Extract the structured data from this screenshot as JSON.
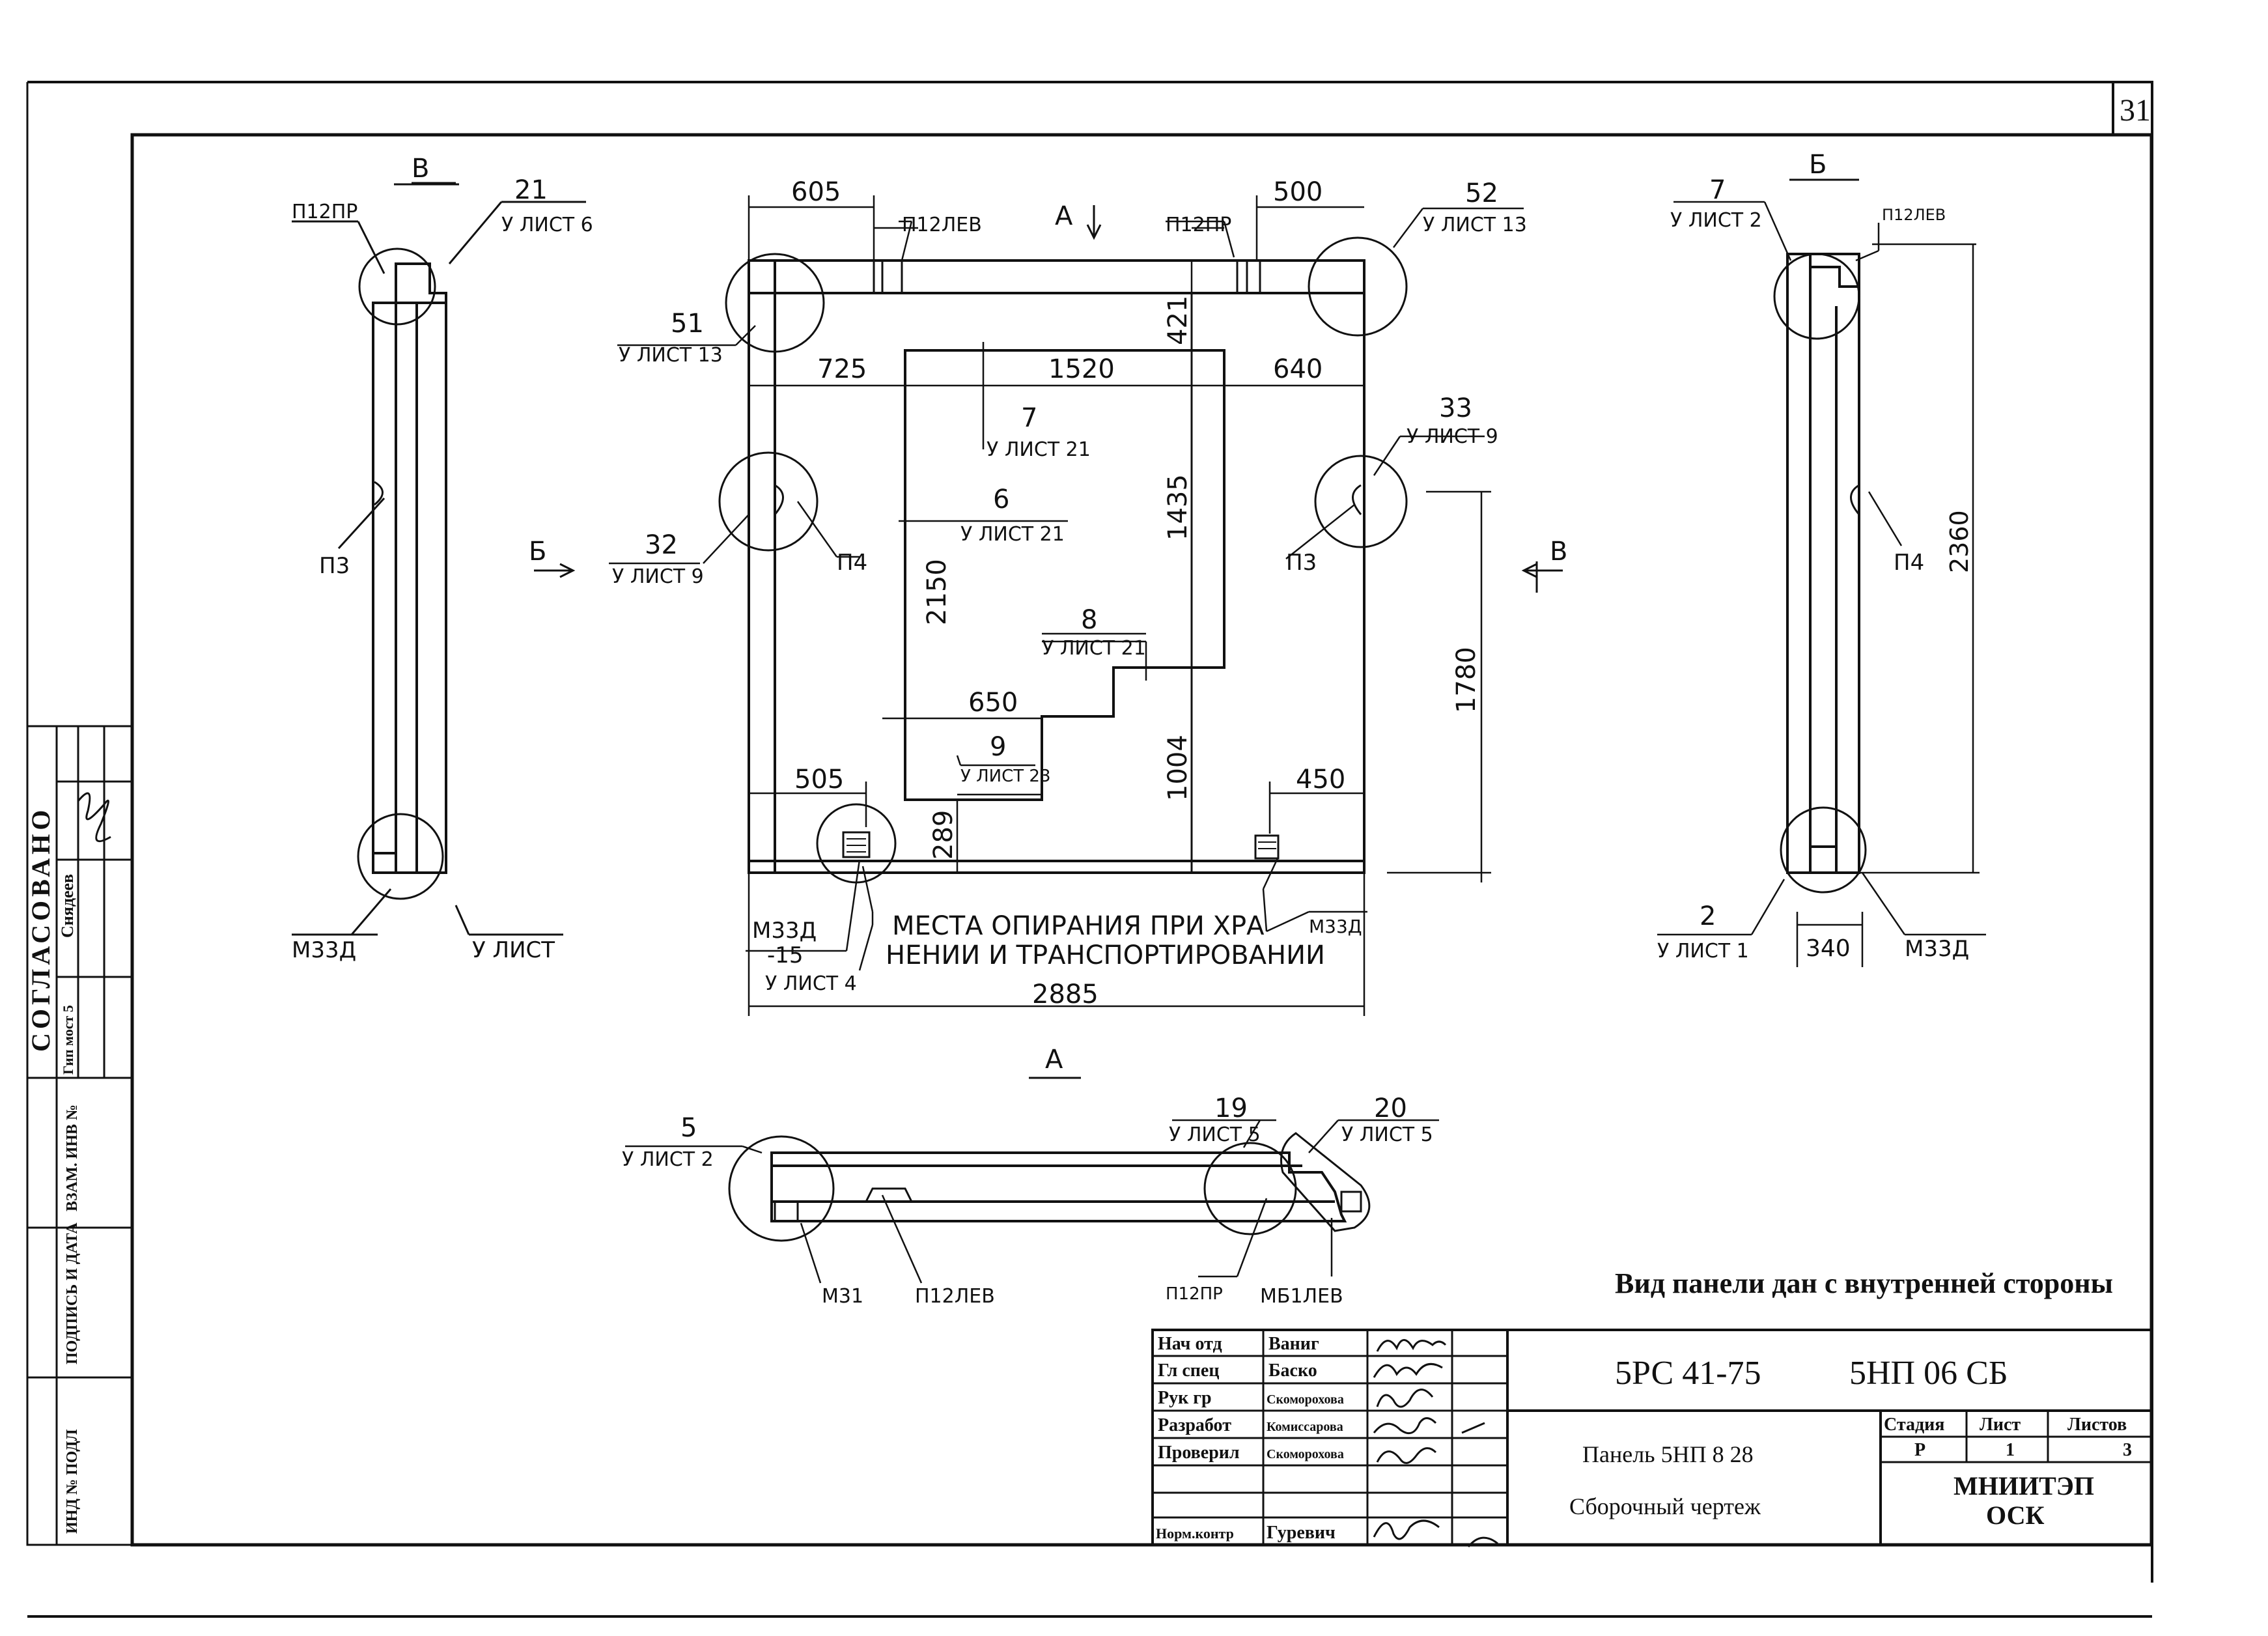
{
  "sheet": {
    "page_number": "31",
    "note": "Вид панели дан с внутренней стороны"
  },
  "side_stamp": {
    "agreed": "СОГЛАСОВАНО",
    "inv_list": "Гип мост 5",
    "signer": "Снядеев",
    "inv_no": "ВЗАМ. ИНВ №",
    "sign_date": "ПОДПИСЬ И ДАТА",
    "inv_orig": "ИНД № ПОДЛ"
  },
  "titleblock": {
    "roles": [
      "Нач отд",
      "Гл спец",
      "Рук гр",
      "Разработ",
      "Проверил",
      "",
      "Норм.контр"
    ],
    "names": [
      "Ваниг",
      "Баско",
      "Скоморохова",
      "Комиссарова",
      "Скоморохова",
      "",
      "Гуревич"
    ],
    "code_series": "5РС 41-75",
    "code_doc": "5НП 06 СБ",
    "title_line1": "Панель 5НП 8 28",
    "title_line2": "Сборочный чертеж",
    "stage_label": "Стадия",
    "sheet_label": "Лист",
    "sheets_label": "Листов",
    "stage_value": "Р",
    "sheet_value": "1",
    "sheets_value": "3",
    "org_line1": "МНИИТЭП",
    "org_line2": "ОСК"
  },
  "views": {
    "section_a_label": "А",
    "section_b_label": "Б",
    "section_v_label": "В",
    "arrow_a": "А",
    "arrow_b": "Б",
    "arrow_v": "В"
  },
  "front_view": {
    "dims": {
      "top_left": "605",
      "top_right": "500",
      "d725": "725",
      "d1520": "1520",
      "d640": "640",
      "d421": "421",
      "d1435": "1435",
      "d2150": "2150",
      "d650": "650",
      "d1004": "1004",
      "d289": "289",
      "d1780": "1780",
      "d505": "505",
      "d450": "450",
      "overall_width": "2885"
    },
    "callouts": {
      "c51": "51",
      "c51_ref": "У ЛИСТ 13",
      "c52": "52",
      "c52_ref": "У ЛИСТ 13",
      "c32": "32",
      "c32_ref": "У ЛИСТ 9",
      "c33": "33",
      "c33_ref": "У ЛИСТ 9",
      "c7": "7",
      "c7_ref": "У ЛИСТ 21",
      "c6": "6",
      "c6_ref": "У ЛИСТ 21",
      "c8": "8",
      "c8_ref": "У ЛИСТ 21",
      "c9": "9",
      "c9_ref": "У ЛИСТ 23",
      "m33d_a": "М33Д",
      "m33d_a2": "-15",
      "m33d_ref": "У ЛИСТ 4",
      "m33d_b": "М33Д"
    },
    "parts": {
      "p12pr": "П12ПР",
      "p12lev": "П12ЛЕВ",
      "p4": "П4",
      "p3": "П3"
    },
    "support_note_line1": "МЕСТА ОПИРАНИЯ ПРИ ХРА",
    "support_note_line2": "НЕНИИ И ТРАНСПОРТИРОВАНИИ"
  },
  "section_v": {
    "c21": "21",
    "c21_ref": "У ЛИСТ 6",
    "p12pr": "П12ПР",
    "p3": "П3",
    "m33d": "М33Д",
    "bottom_ref": "У ЛИСТ"
  },
  "section_b": {
    "c7": "7",
    "c7_ref": "У ЛИСТ 2",
    "p12lev": "П12ЛЕВ",
    "p4": "П4",
    "height": "2360",
    "c2": "2",
    "c2_ref": "У ЛИСТ 1",
    "d340": "340",
    "m33d": "М33Д"
  },
  "section_a": {
    "c5": "5",
    "c5_ref": "У ЛИСТ 2",
    "c19": "19",
    "c19_ref": "У ЛИСТ 5",
    "c20": "20",
    "c20_ref": "У ЛИСТ 5",
    "m31": "М31",
    "p12lev": "П12ЛЕВ",
    "p12pr": "П12ПР",
    "mb1lev": "МБ1ЛЕВ"
  }
}
